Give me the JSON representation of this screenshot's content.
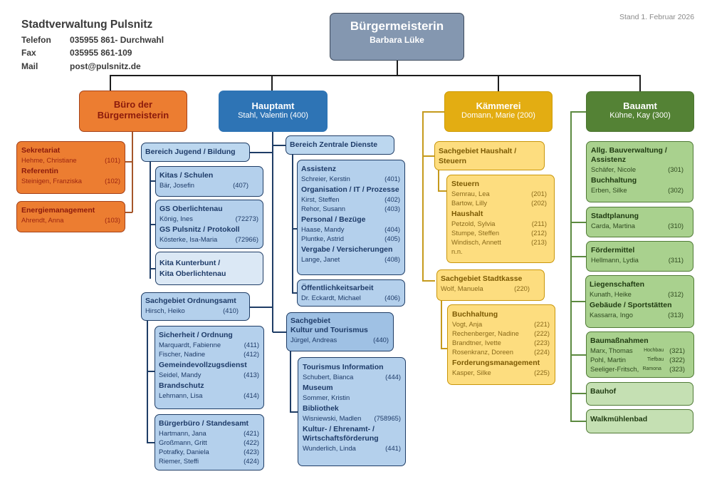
{
  "header": {
    "org": "Stadtverwaltung Pulsnitz",
    "contacts": [
      {
        "label": "Telefon",
        "value": "035955 861- Durchwahl"
      },
      {
        "label": "Fax",
        "value": "035955 861-109"
      },
      {
        "label": "Mail",
        "value": "post@pulsnitz.de"
      }
    ],
    "date": "Stand 1. Februar 2026"
  },
  "colors": {
    "orange": "#ec7d31",
    "blue": "#2e74b5",
    "yellow": "#e3ad12",
    "green": "#548235",
    "mayor": "#8497b0"
  },
  "mayor": {
    "title": "Bürgermeisterin",
    "name": "Barbara Lüke"
  },
  "buero": {
    "title_line1": "Büro der",
    "title_line2": "Bürgermeisterin",
    "box1": [
      {
        "section": "Sekretariat",
        "people": [
          {
            "name": "Hehme, Christiane",
            "ext": "(101)"
          }
        ]
      },
      {
        "section": "Referentin",
        "people": [
          {
            "name": "Steinigen, Franziska",
            "ext": "(102)"
          }
        ]
      }
    ],
    "box2": [
      {
        "section": "Energiemanagement",
        "people": [
          {
            "name": "Ahrendt, Anna",
            "ext": "(103)"
          }
        ]
      }
    ]
  },
  "hauptamt": {
    "title": "Hauptamt",
    "head": "Stahl, Valentin (400)",
    "jugend": {
      "title": "Bereich Jugend / Bildung",
      "kitas": {
        "section": "Kitas / Schulen",
        "name": "Bär, Josefin",
        "ext": "(407)"
      },
      "gs1": {
        "section": "GS Oberlichtenau",
        "name": "König, Ines",
        "ext": "(72273)"
      },
      "gs2": {
        "section": "GS Pulsnitz / Protokoll",
        "name": "Kösterke, Isa-Maria",
        "ext": "(72966)"
      },
      "kita_line1": "Kita Kunterbunt /",
      "kita_line2": "Kita Oberlichtenau"
    },
    "ordnung": {
      "title": "Sachgebiet Ordnungsamt",
      "head_name": "Hirsch, Heiko",
      "head_ext": "(410)",
      "sicherheit": "Sicherheit / Ordnung",
      "sicherheit_people": [
        {
          "name": "Marquardt, Fabienne",
          "ext": "(411)"
        },
        {
          "name": "Fischer, Nadine",
          "ext": "(412)"
        }
      ],
      "gvd": "Gemeindevollzugsdienst",
      "gvd_people": [
        {
          "name": "Seidel, Mandy",
          "ext": "(413)"
        }
      ],
      "brand": "Brandschutz",
      "brand_people": [
        {
          "name": "Lehmann, Lisa",
          "ext": "(414)"
        }
      ],
      "buerger": "Bürgerbüro / Standesamt",
      "buerger_people": [
        {
          "name": "Hartmann, Jana",
          "ext": "(421)"
        },
        {
          "name": "Großmann, Gritt",
          "ext": "(422)"
        },
        {
          "name": "Potrafky, Daniela",
          "ext": "(423)"
        },
        {
          "name": "Riemer, Steffi",
          "ext": "(424)"
        }
      ]
    },
    "zentral": {
      "title": "Bereich Zentrale Dienste",
      "assistenz": "Assistenz",
      "assistenz_people": [
        {
          "name": "Schreier, Kerstin",
          "ext": "(401)"
        }
      ],
      "org": "Organisation / IT / Prozesse",
      "org_people": [
        {
          "name": "Kirst, Steffen",
          "ext": "(402)"
        },
        {
          "name": "Rehor, Susann",
          "ext": "(403)"
        }
      ],
      "personal": "Personal / Bezüge",
      "personal_people": [
        {
          "name": "Haase, Mandy",
          "ext": "(404)"
        },
        {
          "name": "Pluntke, Astrid",
          "ext": "(405)"
        }
      ],
      "vergabe": "Vergabe / Versicherungen",
      "vergabe_people": [
        {
          "name": "Lange, Janet",
          "ext": "(408)"
        }
      ],
      "oeff": "Öffentlichkeitsarbeit",
      "oeff_people": [
        {
          "name": "Dr. Eckardt, Michael",
          "ext": "(406)"
        }
      ]
    },
    "kultur": {
      "title_line1": "Sachgebiet",
      "title_line2": "Kultur und Tourismus",
      "head_name": "Jürgel, Andreas",
      "head_ext": "(440)",
      "ti": "Tourismus Information",
      "ti_people": [
        {
          "name": "Schubert, Bianca",
          "ext": "(444)"
        }
      ],
      "museum": "Museum",
      "museum_people": [
        {
          "name": "Sommer, Kristin",
          "ext": ""
        }
      ],
      "bib": "Bibliothek",
      "bib_people": [
        {
          "name": "Wisniewski, Madlen",
          "ext": "(758965)"
        }
      ],
      "kwf_line1": "Kultur- / Ehrenamt- /",
      "kwf_line2": "Wirtschaftsförderung",
      "kwf_people": [
        {
          "name": "Wunderlich, Linda",
          "ext": "(441)"
        }
      ]
    }
  },
  "kaemmerei": {
    "title": "Kämmerei",
    "head": "Domann, Marie (200)",
    "haushalt_sg_line1": "Sachgebiet Haushalt /",
    "haushalt_sg_line2": "Steuern",
    "steuern": "Steuern",
    "steuern_people": [
      {
        "name": "Semrau, Lea",
        "ext": "(201)"
      },
      {
        "name": "Bartow, Lilly",
        "ext": "(202)"
      }
    ],
    "haushalt": "Haushalt",
    "haushalt_people": [
      {
        "name": "Petzold, Sylvia",
        "ext": "(211)"
      },
      {
        "name": "Stumpe, Steffen",
        "ext": "(212)"
      },
      {
        "name": "Windisch, Annett",
        "ext": "(213)"
      },
      {
        "name": "n.n.",
        "ext": ""
      }
    ],
    "kasse_title": "Sachgebiet Stadtkasse",
    "kasse_name": "Wolf, Manuela",
    "kasse_ext": "(220)",
    "buchhaltung": "Buchhaltung",
    "buchhaltung_people": [
      {
        "name": "Vogt, Anja",
        "ext": "(221)"
      },
      {
        "name": "Rechenberger, Nadine",
        "ext": "(222)"
      },
      {
        "name": "Brandtner, Ivette",
        "ext": "(223)"
      },
      {
        "name": "Rosenkranz, Doreen",
        "ext": "(224)"
      }
    ],
    "forderung": "Forderungsmanagement",
    "forderung_people": [
      {
        "name": "Kasper, Silke",
        "ext": "(225)"
      }
    ]
  },
  "bauamt": {
    "title": "Bauamt",
    "head": "Kühne, Kay (300)",
    "allg_line1": "Allg. Bauverwaltung /",
    "allg_line2": "Assistenz",
    "allg_people": [
      {
        "name": "Schäfer, Nicole",
        "ext": "(301)"
      }
    ],
    "buch": "Buchhaltung",
    "buch_people": [
      {
        "name": "Erben, Silke",
        "ext": "(302)"
      }
    ],
    "stadtplanung": "Stadtplanung",
    "stadtplanung_people": [
      {
        "name": "Carda, Martina",
        "ext": "(310)"
      }
    ],
    "foerder": "Fördermittel",
    "foerder_people": [
      {
        "name": "Hellmann, Lydia",
        "ext": "(311)"
      }
    ],
    "liegen": "Liegenschaften",
    "liegen_people": [
      {
        "name": "Kunath, Heike",
        "ext": "(312)"
      }
    ],
    "gebaeude": "Gebäude / Sportstätten",
    "gebaeude_people": [
      {
        "name": "Kassarra, Ingo",
        "ext": "(313)"
      }
    ],
    "bau": "Baumaßnahmen",
    "bau_people": [
      {
        "name": "Marx, Thomas",
        "note": "Hochbau",
        "ext": "(321)"
      },
      {
        "name": "Pohl, Martin",
        "note": "Tiefbau",
        "ext": "(322)"
      },
      {
        "name": "Seeliger-Fritsch,",
        "note": "Ramona",
        "ext": "(323)"
      }
    ],
    "bauhof": "Bauhof",
    "walk": "Walkmühlenbad"
  }
}
